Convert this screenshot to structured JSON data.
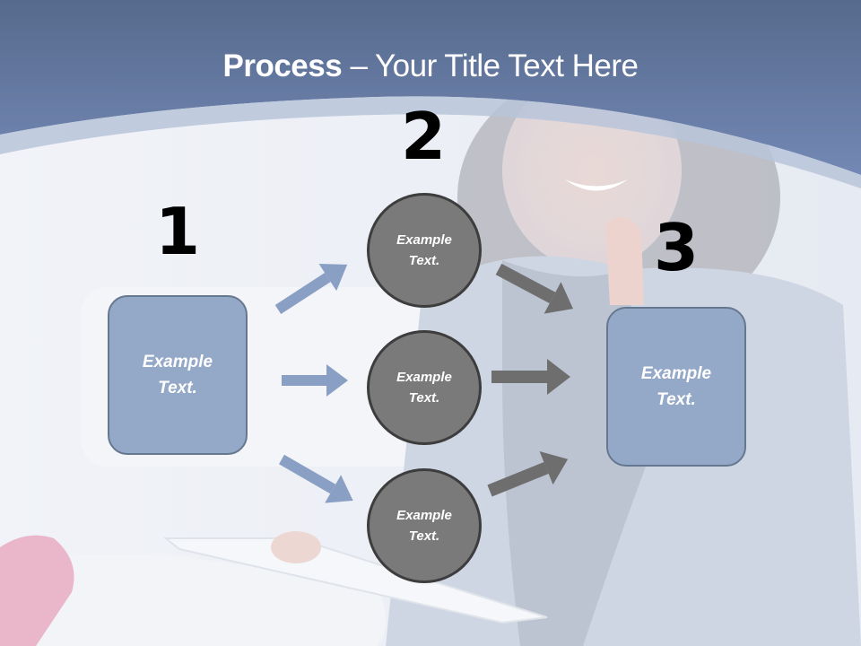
{
  "slide": {
    "title_bold": "Process",
    "title_rest": " – Your Title Text Here"
  },
  "steps": [
    {
      "number": "1",
      "label_line1": "Example",
      "label_line2": "Text."
    },
    {
      "number": "2"
    },
    {
      "number": "3",
      "label_line1": "Example",
      "label_line2": "Text."
    }
  ],
  "circles": [
    {
      "label_line1": "Example",
      "label_line2": "Text."
    },
    {
      "label_line1": "Example",
      "label_line2": "Text."
    },
    {
      "label_line1": "Example",
      "label_line2": "Text."
    }
  ],
  "colors": {
    "header_blue": "#6a7fa8",
    "box_fill": "#94a8c8",
    "box_border": "#66788f",
    "circle_fill": "#7a7a7a",
    "circle_border": "#3d3d3d",
    "arrow_blue": "#8a9fc4",
    "arrow_gray": "#6e6e6e"
  }
}
